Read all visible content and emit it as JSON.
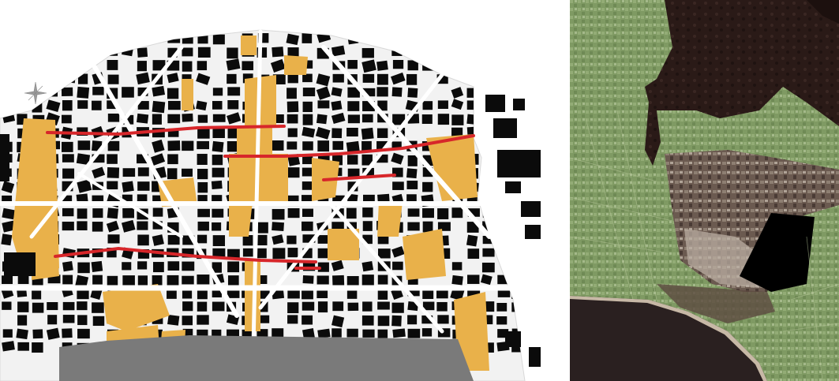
{
  "figure": {
    "panels": [
      {
        "id": "left",
        "kind": "figure-ground-plan"
      },
      {
        "id": "right",
        "kind": "aerial-photo"
      }
    ]
  },
  "colors": {
    "background": "#ffffff",
    "building": "#0b0b0b",
    "public_space": "#e9b14a",
    "axis_highlight": "#d7262a",
    "sea_plan": "#7a7a7a",
    "aerial_vegetation": "#7f9a63",
    "aerial_dark": "#2a1a17",
    "aerial_water": "#000000",
    "aerial_sea": "#2a2020"
  },
  "icons": {
    "north_arrow": "compass-rose-icon"
  }
}
